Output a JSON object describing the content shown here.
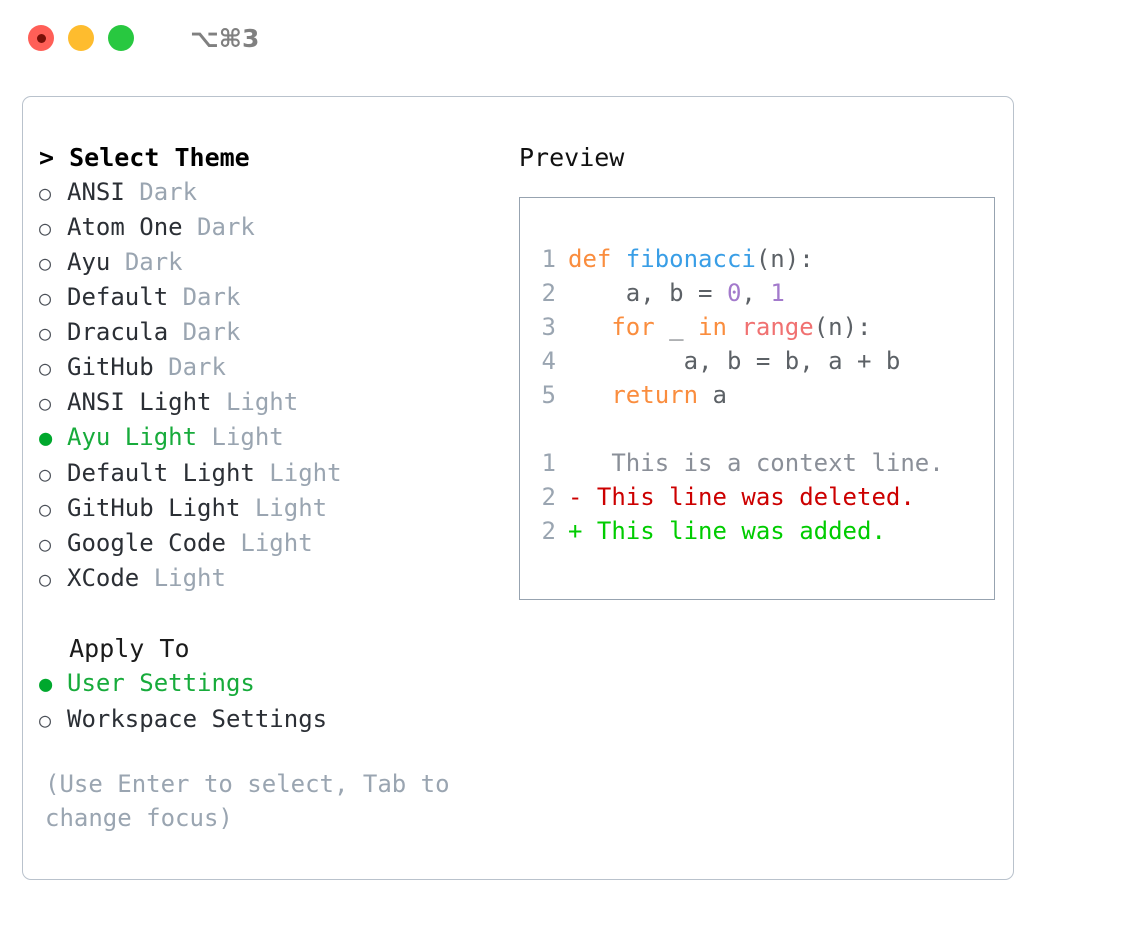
{
  "titlebar": {
    "shortcut": "⌥⌘3",
    "buttons": [
      "close",
      "minimize",
      "maximize"
    ]
  },
  "left": {
    "select_theme_header": "> Select Theme",
    "themes": [
      {
        "marker": "○",
        "name": "ANSI",
        "variant": "Dark",
        "selected": false
      },
      {
        "marker": "○",
        "name": "Atom One",
        "variant": "Dark",
        "selected": false
      },
      {
        "marker": "○",
        "name": "Ayu",
        "variant": "Dark",
        "selected": false
      },
      {
        "marker": "○",
        "name": "Default",
        "variant": "Dark",
        "selected": false
      },
      {
        "marker": "○",
        "name": "Dracula",
        "variant": "Dark",
        "selected": false
      },
      {
        "marker": "○",
        "name": "GitHub",
        "variant": "Dark",
        "selected": false
      },
      {
        "marker": "○",
        "name": "ANSI Light",
        "variant": "Light",
        "selected": false
      },
      {
        "marker": "●",
        "name": "Ayu Light",
        "variant": "Light",
        "selected": true
      },
      {
        "marker": "○",
        "name": "Default Light",
        "variant": "Light",
        "selected": false
      },
      {
        "marker": "○",
        "name": "GitHub Light",
        "variant": "Light",
        "selected": false
      },
      {
        "marker": "○",
        "name": "Google Code",
        "variant": "Light",
        "selected": false
      },
      {
        "marker": "○",
        "name": "XCode",
        "variant": "Light",
        "selected": false
      }
    ],
    "apply_to_header": "  Apply To",
    "apply_to": [
      {
        "marker": "●",
        "name": "User Settings",
        "selected": true
      },
      {
        "marker": "○",
        "name": "Workspace Settings",
        "selected": false
      }
    ],
    "hint_line1": "(Use Enter to select, Tab to",
    "hint_line2": "change focus)"
  },
  "preview": {
    "title": "Preview",
    "code": [
      {
        "num": "1",
        "tokens": [
          {
            "t": "def ",
            "c": "kw"
          },
          {
            "t": "fibonacci",
            "c": "fn"
          },
          {
            "t": "(n):",
            "c": "punct"
          }
        ]
      },
      {
        "num": "2",
        "tokens": [
          {
            "t": "    a, b = ",
            "c": "var"
          },
          {
            "t": "0",
            "c": "num"
          },
          {
            "t": ", ",
            "c": "var"
          },
          {
            "t": "1",
            "c": "num"
          }
        ]
      },
      {
        "num": "3",
        "tokens": [
          {
            "t": "   ",
            "c": "var"
          },
          {
            "t": "for",
            "c": "kw"
          },
          {
            "t": " _ ",
            "c": "var"
          },
          {
            "t": "in",
            "c": "kw"
          },
          {
            "t": " ",
            "c": "var"
          },
          {
            "t": "range",
            "c": "builtin"
          },
          {
            "t": "(n):",
            "c": "punct"
          }
        ]
      },
      {
        "num": "4",
        "tokens": [
          {
            "t": "        a, b = b, a + b",
            "c": "var"
          }
        ]
      },
      {
        "num": "5",
        "tokens": [
          {
            "t": "   ",
            "c": "var"
          },
          {
            "t": "return",
            "c": "kw"
          },
          {
            "t": " a",
            "c": "var"
          }
        ]
      }
    ],
    "diff": [
      {
        "num": "1",
        "marker": " ",
        "text": "  This is a context line.",
        "kind": "ctx"
      },
      {
        "num": "2",
        "marker": "-",
        "text": " This line was deleted.",
        "kind": "del"
      },
      {
        "num": "2",
        "marker": "+",
        "text": " This line was added.",
        "kind": "add"
      }
    ]
  },
  "colors": {
    "selected_green": "#17ab3b",
    "muted": "#9aa5b1",
    "keyword": "#fa8d3e",
    "function": "#399ee6",
    "number": "#a37acc",
    "builtin": "#f07171",
    "diff_deleted": "#cc0000",
    "diff_added": "#00cc00",
    "panel_border": "#b9c2cc"
  }
}
